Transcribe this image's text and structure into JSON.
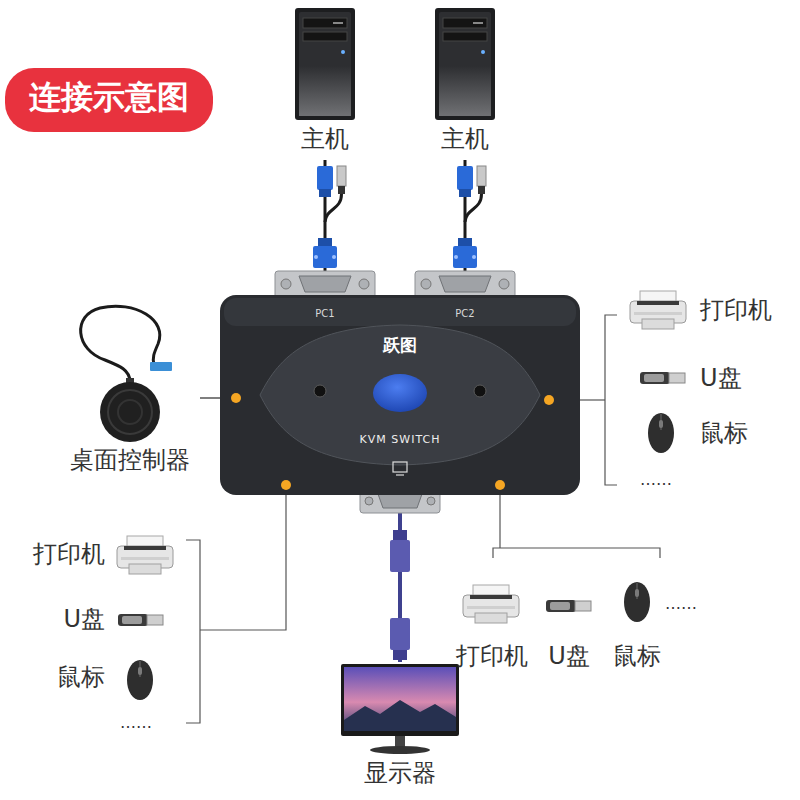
{
  "diagram": {
    "title": "连接示意图",
    "nodes": [
      {
        "text": [
          "主机"
        ]
      },
      {
        "text": [
          "主机"
        ]
      },
      {
        "text": [
          "PC1",
          "PC2",
          "跃图",
          "KVM SWITCH"
        ]
      },
      {
        "text": [
          "桌面控制器"
        ]
      },
      {
        "text": [
          "显示器"
        ]
      }
    ],
    "edges": [
      {
        "from": 0,
        "to": 2,
        "arrow": "none"
      },
      {
        "from": 1,
        "to": 2,
        "arrow": "none"
      },
      {
        "from": 3,
        "to": 2,
        "arrow": "none"
      },
      {
        "from": 2,
        "to": 4,
        "arrow": "none"
      }
    ],
    "labels": [
      "打印机",
      "U盘",
      "鼠标",
      "……",
      "打印机",
      "U盘",
      "鼠标",
      "……",
      "打印机",
      "U盘",
      "鼠标",
      "……"
    ]
  }
}
